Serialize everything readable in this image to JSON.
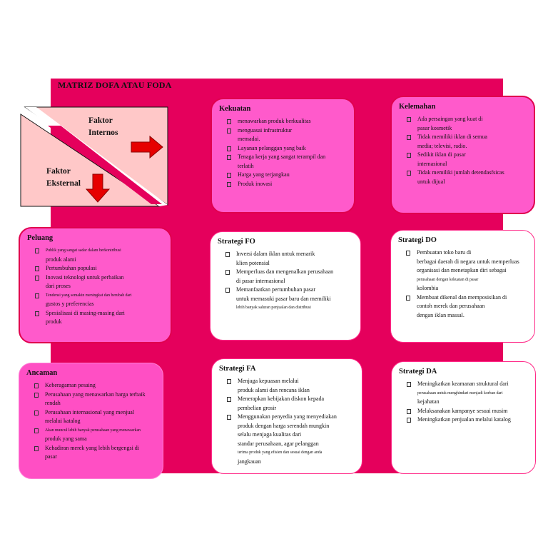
{
  "title": "MATRIZ DOFA ATAU FODA",
  "diagram": {
    "internal_label_1": "Faktor",
    "internal_label_2": "Internos",
    "external_label_1": "Faktor",
    "external_label_2": "Eksternal"
  },
  "kekuatan": {
    "title": "Kekuatan",
    "items": [
      [
        "menawarkan produk berkualitas"
      ],
      [
        "menguasai infrastruktur",
        "memadai."
      ],
      [
        "Layanan pelanggan yang baik"
      ],
      [
        "Tenaga kerja yang sangat terampil dan",
        "terlatih"
      ],
      [
        "Harga yang terjangkau"
      ],
      [
        "Produk inovasi"
      ]
    ]
  },
  "kelemahan": {
    "title": "Kelemahan",
    "items": [
      [
        "Ada persaingan yang kuat di",
        "pasar kosmetik"
      ],
      [
        "Tidak memiliki iklan di semua",
        "media; televisi, radio."
      ],
      [
        "Sedikit iklan di pasar",
        "internasional"
      ],
      [
        "Tidak memiliki jumlah detendasfsicas",
        "untuk dijual"
      ]
    ]
  },
  "peluang": {
    "title": "Peluang",
    "items": [
      [
        "Publik yang sangat sadar dalam berkontribusi",
        "produk alami"
      ],
      [
        "Pertumbuhan populasi"
      ],
      [
        "Inovasi teknologi untuk perbaikan",
        "dari proses"
      ],
      [
        "Tendensi yang semakin meningkat dan berubah dari",
        "gustos y preferencias"
      ],
      [
        "Spesialisasi di masing-masing dari",
        "produk"
      ]
    ]
  },
  "strategi_fo": {
    "title": "Strategi FO",
    "items": [
      [
        "Inversi dalam iklan untuk menarik",
        "klien potensial"
      ],
      [
        "Memperluas dan mengenalkan perusahaan",
        "di pasar internasional"
      ],
      [
        "Memanfaatkan pertumbuhan pasar",
        "untuk memasuki pasar baru dan memiliki",
        "lebih banyak saluran penjualan dan distribusi"
      ]
    ]
  },
  "strategi_do": {
    "title": "Strategi DO",
    "items": [
      [
        "Pembuatan toko baru di",
        "berbagai daerah di negara untuk memperluas",
        "organisasi dan menetapkan diri sebagai",
        "perusahaan dengan kekuatan di pasar",
        "kolombia"
      ],
      [
        "Membuat dikenal dan memposisikan di",
        "contoh merek dan perusahaan",
        "dengan iklan massal."
      ]
    ]
  },
  "ancaman": {
    "title": "Ancaman",
    "items": [
      [
        "Keberagaman pesaing"
      ],
      [
        "Perusahaan yang menawarkan harga terbaik",
        "rendah"
      ],
      [
        "Perusahaan internasional yang menjual",
        "melalui katalog"
      ],
      [
        "Akan muncul lebih banyak perusahaan yang menawarkan",
        "produk yang sama"
      ],
      [
        "Kehadiran merek yang lebih bergengsi di",
        "pasar"
      ]
    ]
  },
  "strategi_fa": {
    "title": "Strategi FA",
    "items": [
      [
        "Menjaga kepuasan melalui",
        "produk alami dan rencana iklan"
      ],
      [
        "Menerapkan kebijakan diskon kepada",
        "pembelian grosir"
      ],
      [
        "Menggunakan penyedia yang menyediakan",
        "produk dengan harga serendah mungkin",
        "selalu menjaga kualitas dari",
        "standar perusahaan, agar pelanggan",
        "terima produk yang efisien dan sesuai dengan anda",
        "jangkauan"
      ]
    ]
  },
  "strategi_da": {
    "title": "Strategi  DA",
    "items": [
      [
        "Meningkatkan keamanan struktural dari",
        "perusahaan untuk menghindari menjadi korban dari",
        "kejahatan"
      ],
      [
        "Melaksanakan kampanye sesuai musim"
      ],
      [
        "Meningkatkan penjualan melalui katalog"
      ]
    ]
  },
  "colors": {
    "background_band": "#e5005c",
    "pink_box": "#ff4fc4",
    "border_pink": "#ff2a88",
    "arrow_red": "#e60000",
    "diagram_fill": "#ffc8c8"
  }
}
